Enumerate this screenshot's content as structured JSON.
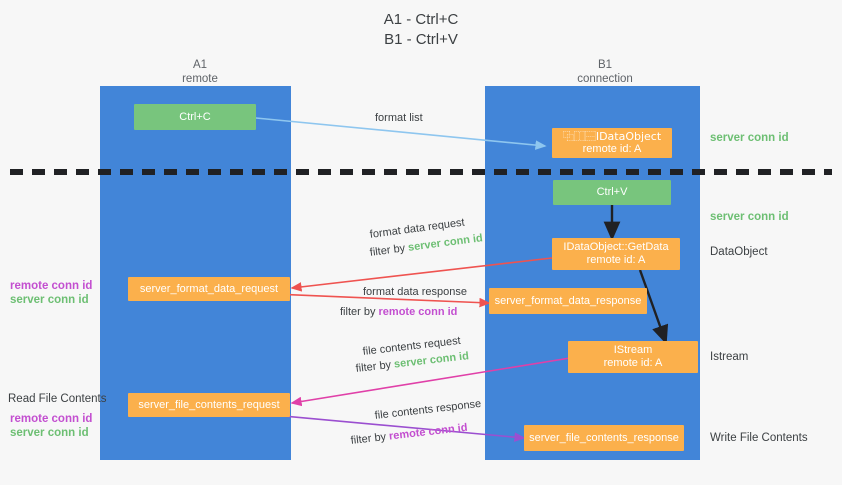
{
  "title": {
    "line1": "A1 - Ctrl+C",
    "line2": "B1 - Ctrl+V"
  },
  "columns": [
    {
      "name": "A1",
      "sub": "remote"
    },
    {
      "name": "B1",
      "sub": "connection"
    }
  ],
  "nodes": {
    "ctrl_c": {
      "label": "Ctrl+C"
    },
    "ctrl_v": {
      "label": "Ctrl+V"
    },
    "idataobject": {
      "line1": "⿻⿰⿱IDataObject",
      "line2": "remote id: A"
    },
    "getdata": {
      "line1": "IDataObject::GetData",
      "line2": "remote id: A"
    },
    "istream": {
      "line1": "IStream",
      "line2": "remote id: A"
    },
    "server_format_data_request": {
      "label": "server_format_data_request"
    },
    "server_format_data_response": {
      "label": "server_format_data_response"
    },
    "server_file_contents_request": {
      "label": "server_file_contents_request"
    },
    "server_file_contents_response": {
      "label": "server_file_contents_response"
    }
  },
  "edges": {
    "format_list": {
      "label": "format list"
    },
    "format_data_request": {
      "label": "format data request",
      "filter_prefix": "filter by",
      "filter_value": "server conn id"
    },
    "format_data_response": {
      "label": "format data response",
      "filter_prefix": "filter by",
      "filter_value": "remote conn id"
    },
    "file_contents_request": {
      "label": "file contents request",
      "filter_prefix": "filter by",
      "filter_value": "server conn id"
    },
    "file_contents_response": {
      "label": "file contents response",
      "filter_prefix": "filter by",
      "filter_value": "remote conn id"
    }
  },
  "right_labels": {
    "server_conn_id_top": "server conn id",
    "server_conn_id_mid": "server conn id",
    "dataobject": "DataObject",
    "istream": "Istream",
    "write_file_contents": "Write File Contents"
  },
  "left_labels": {
    "remote_conn_id_1": "remote conn id",
    "server_conn_id_1": "server conn id",
    "read_file_contents": "Read File Contents",
    "remote_conn_id_2": "remote conn id",
    "server_conn_id_2": "server conn id"
  },
  "colors": {
    "lane": "#4285d8",
    "orange": "#fbb04c",
    "green": "#78c57d",
    "red_arrow": "#ef5350",
    "blue_arrow": "#8ec6ef",
    "magenta_arrow": "#e040a8",
    "purple_arrow": "#9b4fd0",
    "black_arrow": "#202124",
    "green_text": "#6dbf73",
    "purple_text": "#c34fd0",
    "background": "#f7f7f7"
  }
}
